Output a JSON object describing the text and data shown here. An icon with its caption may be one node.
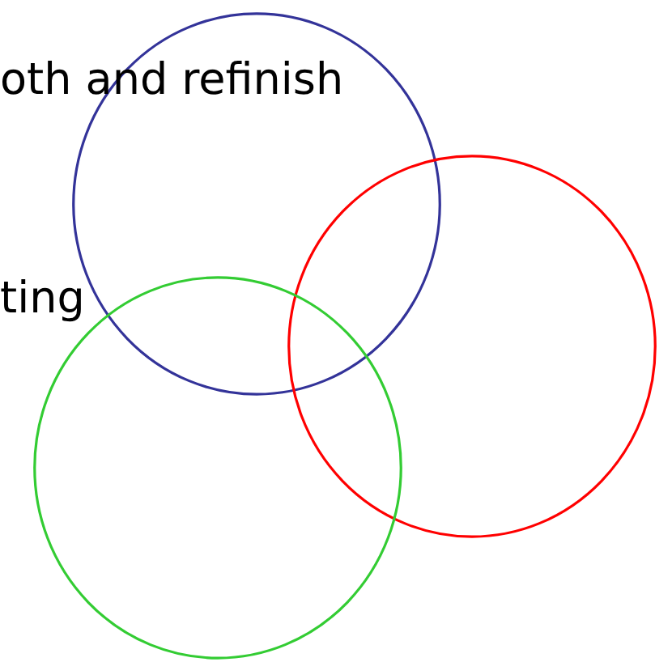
{
  "diagram": {
    "nodes": [
      {
        "text": [],
        "shape": "circle"
      },
      {
        "text": [],
        "shape": "circle"
      },
      {
        "text": [],
        "shape": "circle"
      }
    ],
    "labels": [
      "oth and refinish",
      "ting"
    ]
  }
}
